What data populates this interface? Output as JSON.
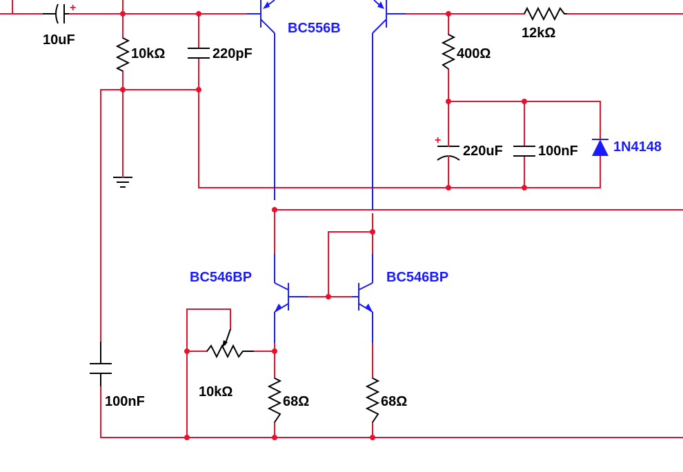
{
  "schematic": {
    "colors": {
      "wire": "#e8112d",
      "semiconductor": "#1a1aff",
      "passive": "#000000",
      "junction": "#e8112d"
    },
    "components": {
      "c_input": {
        "value": "10uF",
        "polarity": "+"
      },
      "r_bias": {
        "value": "10kΩ"
      },
      "c_220p": {
        "value": "220pF"
      },
      "q_pnp": {
        "part": "BC556B"
      },
      "r_12k": {
        "value": "12kΩ"
      },
      "r_400": {
        "value": "400Ω"
      },
      "c_220u": {
        "value": "220uF",
        "polarity": "+"
      },
      "c_100n_top": {
        "value": "100nF"
      },
      "d_1": {
        "part": "1N4148"
      },
      "c_100n_left": {
        "value": "100nF"
      },
      "q_npn_left": {
        "part": "BC546BP"
      },
      "q_npn_right": {
        "part": "BC546BP"
      },
      "pot_10k": {
        "value": "10kΩ"
      },
      "r_68_left": {
        "value": "68Ω"
      },
      "r_68_right": {
        "value": "68Ω"
      }
    }
  }
}
